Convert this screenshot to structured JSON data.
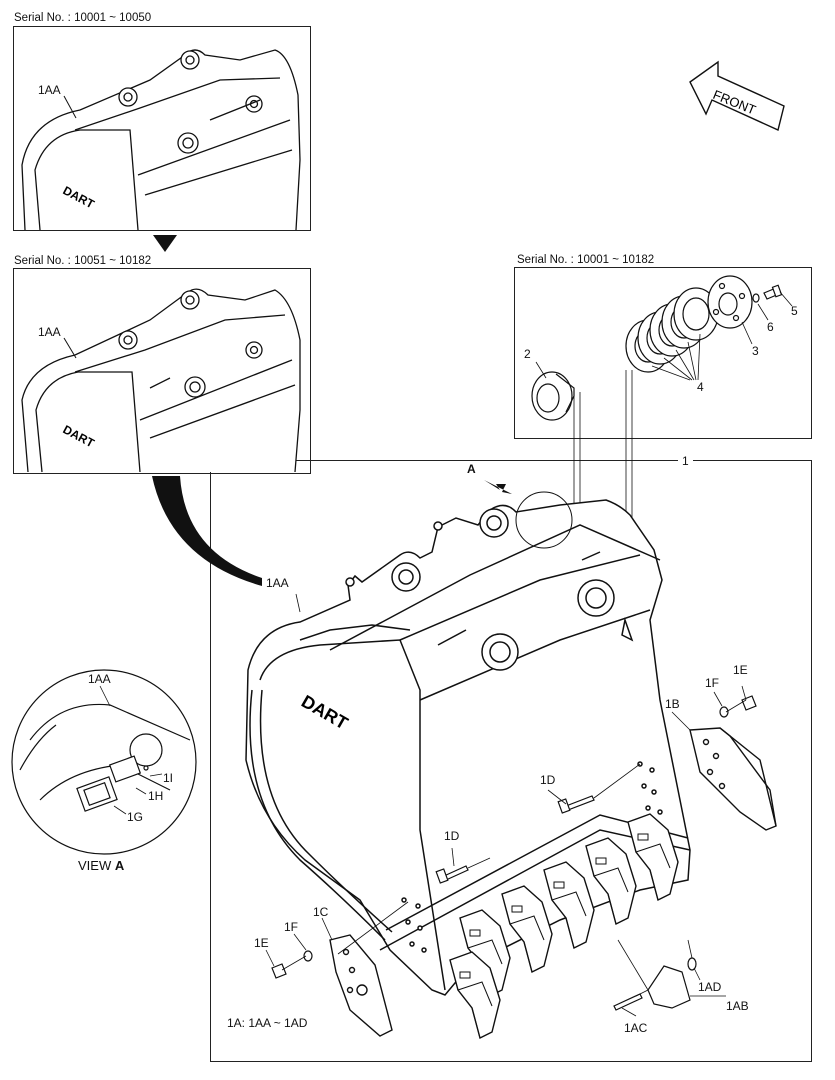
{
  "insets": {
    "top": {
      "serial": "Serial No. : 10001 ~ 10050",
      "label": "1AA"
    },
    "middle": {
      "serial": "Serial No. : 10051 ~ 10182",
      "label": "1AA"
    },
    "hardware": {
      "serial": "Serial No. : 10001 ~ 10182"
    }
  },
  "front_arrow": "FRONT",
  "parts": {
    "p1": "1",
    "p2": "2",
    "p3": "3",
    "p4": "4",
    "p5": "5",
    "p6": "6",
    "aa": "1AA",
    "b": "1B",
    "c": "1C",
    "d1": "1D",
    "d2": "1D",
    "e1": "1E",
    "e2": "1E",
    "f1": "1F",
    "f2": "1F",
    "ab": "1AB",
    "ac": "1AC",
    "ad": "1AD"
  },
  "view_a": {
    "arrow_label": "A",
    "caption_prefix": "VIEW",
    "caption_letter": "A",
    "label_aa": "1AA",
    "label_g": "1G",
    "label_h": "1H",
    "label_i": "1I"
  },
  "brand_mark": "DART",
  "note": "1A: 1AA ~ 1AD"
}
